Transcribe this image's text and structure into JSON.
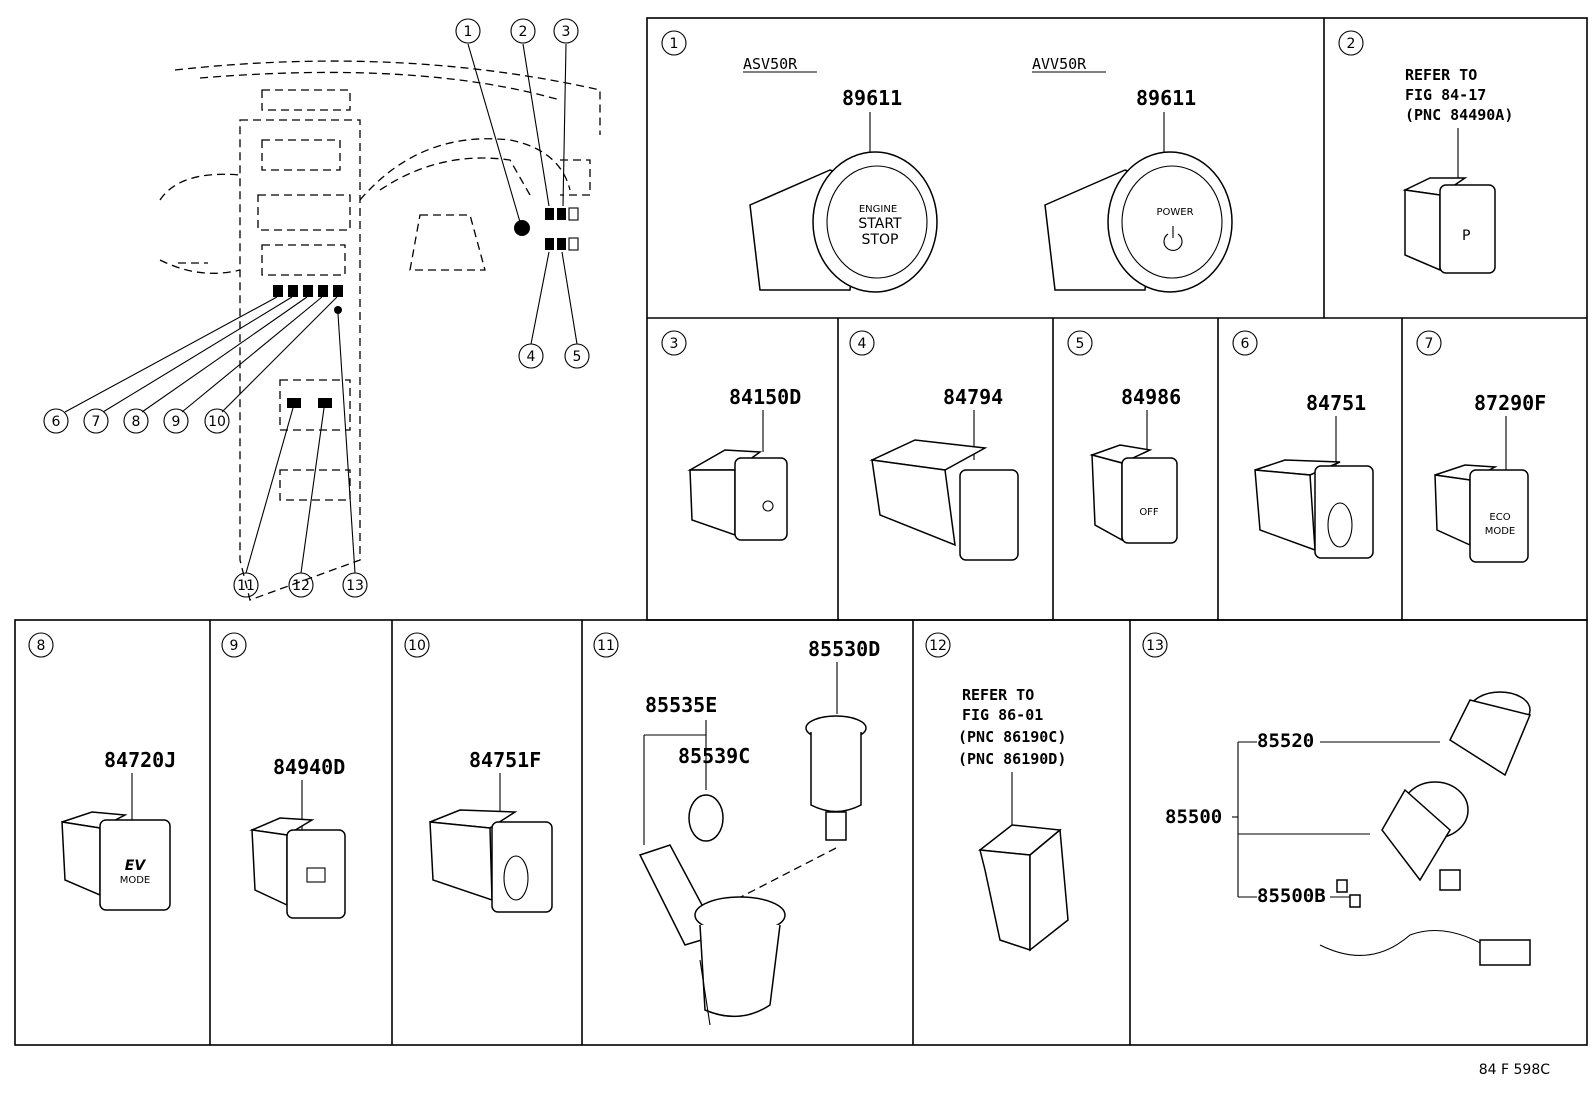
{
  "footer_code": "84 F 598C",
  "overview": {
    "callouts": [
      "1",
      "2",
      "3",
      "4",
      "5",
      "6",
      "7",
      "8",
      "9",
      "10",
      "11",
      "12",
      "13"
    ]
  },
  "panels": {
    "p1": {
      "num": "1",
      "left_model": "ASV50R",
      "left_part": "89611",
      "right_model": "AVV50R",
      "right_part": "89611",
      "left_button_lines": [
        "ENGINE",
        "START",
        "STOP"
      ],
      "right_button_text": "POWER"
    },
    "p2": {
      "num": "2",
      "ref_lines": [
        "REFER TO",
        "FIG 84-17",
        "(PNC 84490A)"
      ]
    },
    "p3": {
      "num": "3",
      "part": "84150D"
    },
    "p4": {
      "num": "4",
      "part": "84794"
    },
    "p5": {
      "num": "5",
      "part": "84986",
      "label": "OFF"
    },
    "p6": {
      "num": "6",
      "part": "84751"
    },
    "p7": {
      "num": "7",
      "part": "87290F",
      "label_lines": [
        "ECO",
        "MODE"
      ]
    },
    "p8": {
      "num": "8",
      "part": "84720J",
      "label_lines": [
        "EV",
        "MODE"
      ]
    },
    "p9": {
      "num": "9",
      "part": "84940D"
    },
    "p10": {
      "num": "10",
      "part": "84751F"
    },
    "p11": {
      "num": "11",
      "part_a": "85535E",
      "part_b": "85539C",
      "part_c": "85530D"
    },
    "p12": {
      "num": "12",
      "ref_lines": [
        "REFER TO",
        "FIG 86-01",
        "(PNC 86190C)",
        "(PNC 86190D)"
      ]
    },
    "p13": {
      "num": "13",
      "part_a": "85520",
      "part_b": "85500",
      "part_c": "85500B"
    }
  }
}
